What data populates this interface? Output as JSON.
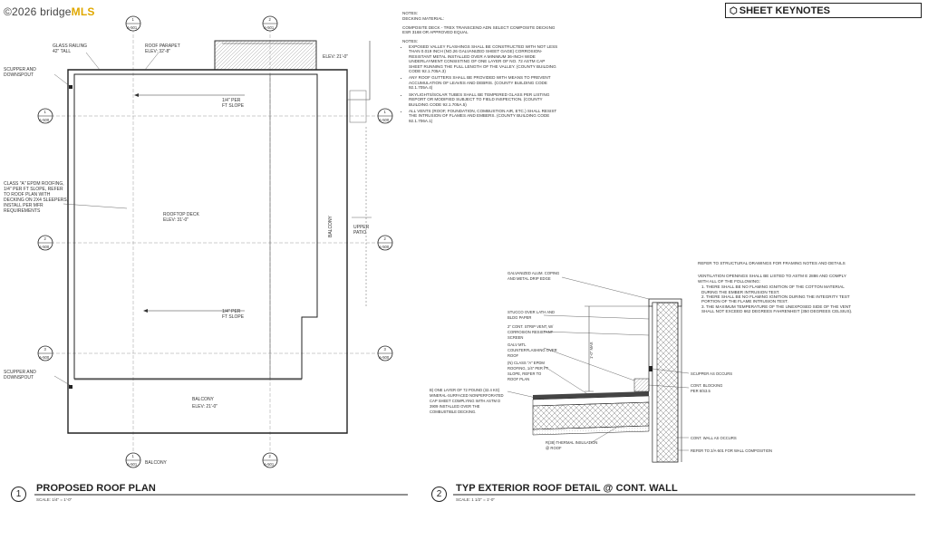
{
  "watermark": {
    "prefix": "©2026 bridge",
    "brand": "MLS"
  },
  "notes": {
    "heading": "NOTES:",
    "decking_label": "DECKING MATERIAL:",
    "composite": "COMPOSITE DECK - TREX TRANSCEND ADN SELECT COMPOSITE DECKING ESR 3168 OR APPROVED EQUAL",
    "heading2": "NOTES:",
    "items": [
      "EXPOSED VALLEY FLASHINGS SHALL BE CONSTRUCTED WITH NOT LESS THAN 0.019 INCH (NO.26 GALVANIZED SHEET GAGE) CORROSION-RESISTANT METAL INSTALLED OVER A MINIMUM 36-INCH WIDE UNDERLAYMENT CONSISTING OF ONE LAYER OF NO. 72 ASTM CAP SHEET RUNNING THE FULL LENGTH OF THE VALLEY. (COUNTY BUILDING CODE 92.1.705A.3)",
      "ANY ROOF GUTTERS SHALL BE PROVIDED WITH MEANS TO PREVENT ACCUMULATION OF LEAVES AND DEBRIS. (COUNTY BUILDING CODE 92.1.705A.4)",
      "SKYLIGHTS/SOLAR TUBES SHALL BE TEMPERED GLASS PER LISTING REPORT OR MODIFIED SUBJECT TO FIELD INSPECTION. (COUNTY BUILDING CODE 92.1.705A.5)",
      "ALL VENTS (ROOF, FOUNDATION, COMBUSTION AIR, ETC.) SHALL RESIST THE INTRUSION OF FLAMES AND EMBERS. (COUNTY BUILDING CODE 92.1.706A.1)"
    ]
  },
  "keynotes": {
    "title": "SHEET KEYNOTES"
  },
  "plan": {
    "glass_railing": "GLASS RAILING",
    "glass_railing_h": "42\" TALL",
    "roof_parapet": "ROOF PARAPET",
    "roof_parapet_elev": "ELEV: 32'-8\"",
    "elev_right": "ELEV: 21'-0\"",
    "scupper_1": "SCUPPER AND",
    "scupper_2": "DOWNSPOUT",
    "slope_1": "1/4\" PER",
    "slope_2": "FT SLOPE",
    "epdm": [
      "CLASS \"A\" EPDM ROOFING,",
      "1/4\" PER FT SLOPE, REFER",
      "TO ROOF PLAN WITH",
      "DECKING ON 2X4 SLEEPERS,",
      "INSTALL PER MFR",
      "REQUIREMENTS"
    ],
    "rooftop_deck": "ROOFTOP DECK",
    "rooftop_elev": "ELEV: 31'-0\"",
    "balcony": "BALCONY",
    "balcony_elev": "ELEV: 21'-0\"",
    "balcony_vert": "BALCONY",
    "upper": "UPPER",
    "patio": "PATIO",
    "marker_ref": "A-500",
    "marker_top": "A-501",
    "marker_num": "1",
    "marker_num2": "2",
    "marker_num3": "3"
  },
  "detail": {
    "coping": [
      "GALVANIZED ALUM. COPING",
      "AND METAL DRIP EDGE"
    ],
    "stucco": [
      "STUCCO OVER LATH AND",
      "BLDG PAPER"
    ],
    "strip_vent": [
      "2\" CONT. STRIP VENT, W/",
      "CORROSION RESISTANT",
      "SCREEN"
    ],
    "counterflashing": [
      "GALV MTL",
      "COUNTERFLASHING OVER",
      "ROOF"
    ],
    "epdm": [
      "(N) CLASS \"A\" EPDM",
      "ROOFING, 1/4\" PER FT",
      "SLOPE, REFER TO",
      "ROOF PLAN"
    ],
    "cap_sheet": [
      "B) ONE LAYER OF 72 POUND (32.4 KG)",
      "MINERAL-SURFACED NONPERFORATED",
      "CAP SHEET COMPLYING WITH ASTM D",
      "3909 INSTALLED OVER THE",
      "COMBUSTIBLE DECKING."
    ],
    "insulation": [
      "R(38) THERMAL INSULATION",
      "@ ROOF"
    ],
    "max": "1'-0\" MAX",
    "scupper": "SCUPPER AS OCCURS",
    "blocking": [
      "CONT. BLOCKING",
      "PER 8/S3.5"
    ],
    "wall": "CONT. WALL AS OCCURS",
    "wall_ref": "REFER TO 2/A-501 FOR WALL COMPOSITION"
  },
  "refnotes": {
    "structural": "REFER TO STRUCTURAL DRAWINGS FOR FRAMING NOTES AND DETAILS",
    "ventilation": "VENTILATION OPENINGS SHALL BE LISTED TO ASTM E 2886 AND COMPLY WITH ALL OF THE FOLLOWING:",
    "v1": "1.  THERE SHALL BE NO FLAMING IGNITION OF THE COTTON MATERIAL DURING THE EMBER INTRUSION TEST.",
    "v2": "2.  THERE SHALL BE NO FLAMING IGNITION DURING THE INTEGRITY TEST PORTION OF THE FLAME INTRUSION TEST.",
    "v3": "3.  THE MAXIMUM TEMPERATURE OF THE UNEXPOSED SIDE OF THE VENT SHALL NOT EXCEED 662 DEGREES FAHRENHEIT (350 DEGREES CELSIUS)."
  },
  "titles": {
    "t1_num": "1",
    "t1": "PROPOSED ROOF PLAN",
    "t1_scale": "SCALE: 1/4\" = 1'-0\"",
    "t2_num": "2",
    "t2": "TYP EXTERIOR ROOF DETAIL @ CONT. WALL",
    "t2_scale": "SCALE: 1 1/2\" = 1'-0\""
  }
}
